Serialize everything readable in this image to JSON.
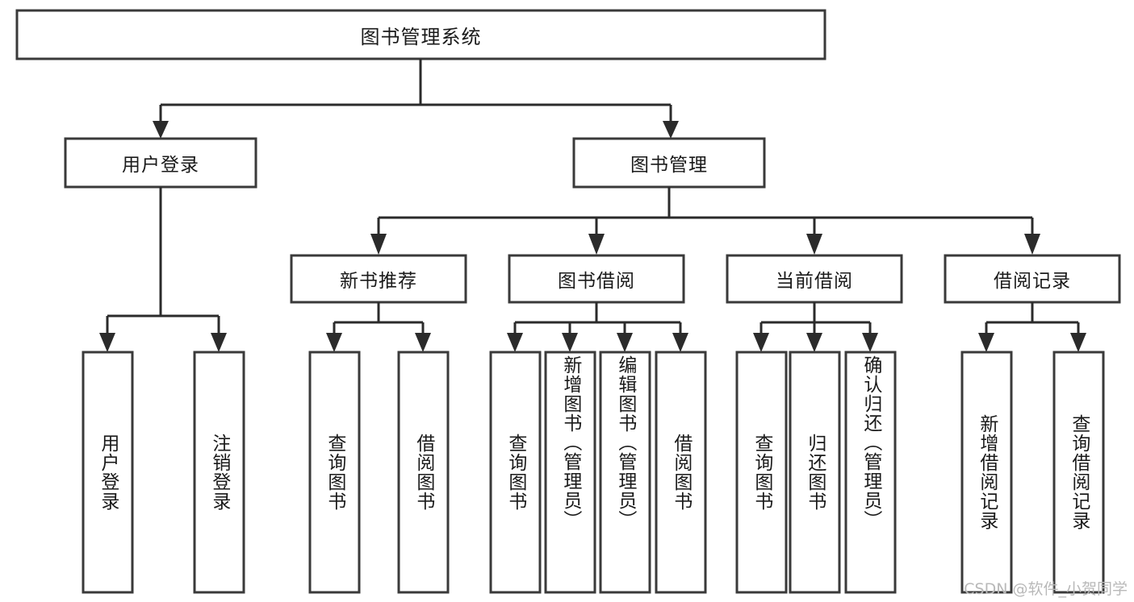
{
  "diagram": {
    "type": "tree",
    "title": "图书管理系统",
    "orientation": "top-down",
    "watermark": "CSDN @软件_小贺同学",
    "colors": {
      "box_stroke": "#3a3a3a",
      "box_fill": "#ffffff",
      "connector": "#2b2b2b",
      "text": "#1a1a1a",
      "watermark": "#b9b9b9",
      "background": "#ffffff"
    },
    "levels": {
      "root": {
        "label": "图书管理系统"
      },
      "level2": [
        {
          "label": "用户登录"
        },
        {
          "label": "图书管理"
        }
      ],
      "level3": [
        {
          "label": "新书推荐"
        },
        {
          "label": "图书借阅"
        },
        {
          "label": "当前借阅"
        },
        {
          "label": "借阅记录"
        }
      ],
      "leaves": {
        "user_login": [
          {
            "label": "用户登录"
          },
          {
            "label": "注销登录"
          }
        ],
        "new_book_recommend": [
          {
            "label": "查询图书"
          },
          {
            "label": "借阅图书"
          }
        ],
        "book_borrow": [
          {
            "label": "查询图书"
          },
          {
            "label": "新增图书（管理员）"
          },
          {
            "label": "编辑图书（管理员）"
          },
          {
            "label": "借阅图书"
          }
        ],
        "current_borrow": [
          {
            "label": "查询图书"
          },
          {
            "label": "归还图书"
          },
          {
            "label": "确认归还（管理员）"
          }
        ],
        "borrow_record": [
          {
            "label": "新增借阅记录"
          },
          {
            "label": "查询借阅记录"
          }
        ]
      }
    }
  }
}
